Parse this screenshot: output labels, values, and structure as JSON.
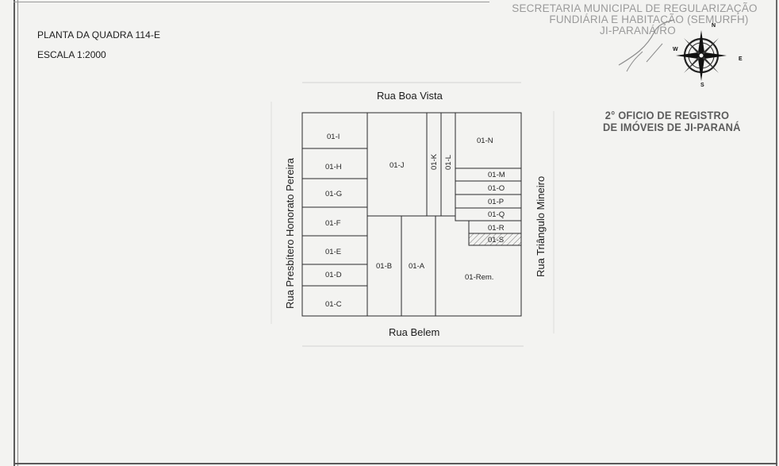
{
  "header": {
    "title": "PLANTA DA QUADRA 114-E",
    "scale": "ESCALA 1:2000"
  },
  "stamp": {
    "line1": "SECRETARIA MUNICIPAL DE REGULARIZAÇÃO",
    "line2": "FUNDIÁRIA E HABITAÇÃO (SEMURFH)",
    "line3": "JI-PARANÁ/RO"
  },
  "office": {
    "line1": "2° OFICIO DE REGISTRO",
    "line2": "DE IMÓVEIS DE JI-PARANÁ"
  },
  "compass": {
    "icon": "compass-rose-icon",
    "north": "N",
    "south": "S",
    "east": "E",
    "west": "W"
  },
  "map": {
    "streets": {
      "top": "Rua Boa Vista",
      "bottom": "Rua Belem",
      "left": "Rua Presbítero Honorato Pereira",
      "right": "Rua Triângulo Mineiro"
    },
    "lots": {
      "i": "01-I",
      "h": "01-H",
      "g": "01-G",
      "f": "01-F",
      "e": "01-E",
      "d": "01-D",
      "c": "01-C",
      "j": "01-J",
      "k": "01-K",
      "l": "01-L",
      "n": "01-N",
      "m": "01-M",
      "o": "01-O",
      "p": "01-P",
      "q": "01-Q",
      "r": "01-R",
      "s": "01-S",
      "b": "01-B",
      "a": "01-A",
      "rem": "01-Rem."
    }
  }
}
